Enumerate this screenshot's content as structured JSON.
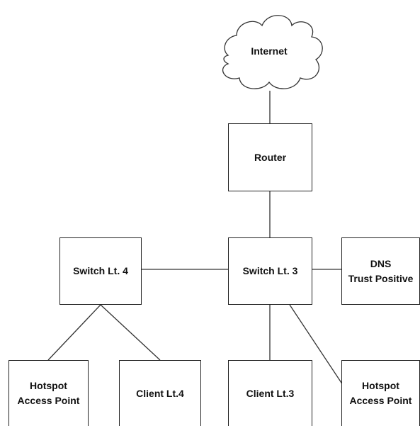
{
  "diagram": {
    "cloud": {
      "label": "Internet"
    },
    "router": {
      "label": "Router"
    },
    "switch_lt3": {
      "label": "Switch Lt. 3"
    },
    "switch_lt4": {
      "label": "Switch Lt. 4"
    },
    "dns": {
      "line1": "DNS",
      "line2": "Trust Positive"
    },
    "hotspot_left": {
      "line1": "Hotspot",
      "line2": "Access Point"
    },
    "client_lt4": {
      "label": "Client Lt.4"
    },
    "client_lt3": {
      "label": "Client Lt.3"
    },
    "hotspot_right": {
      "line1": "Hotspot",
      "line2": "Access Point"
    }
  }
}
